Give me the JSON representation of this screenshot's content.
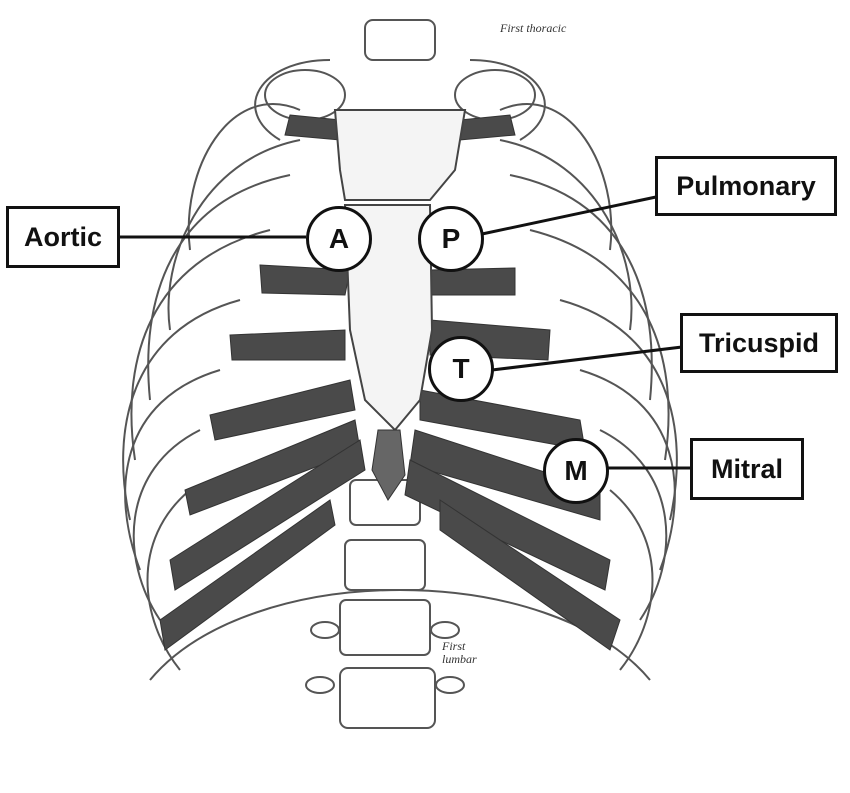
{
  "annotations": {
    "first_thoracic": "First thoracic",
    "first_lumbar_line1": "First",
    "first_lumbar_line2": "lumbar"
  },
  "labels": {
    "aortic": "Aortic",
    "pulmonary": "Pulmonary",
    "tricuspid": "Tricuspid",
    "mitral": "Mitral"
  },
  "markers": {
    "aortic": "A",
    "pulmonary": "P",
    "tricuspid": "T",
    "mitral": "M"
  },
  "colors": {
    "line": "#111111",
    "bone_outline": "#555555",
    "cartilage": "#4a4a4a"
  }
}
